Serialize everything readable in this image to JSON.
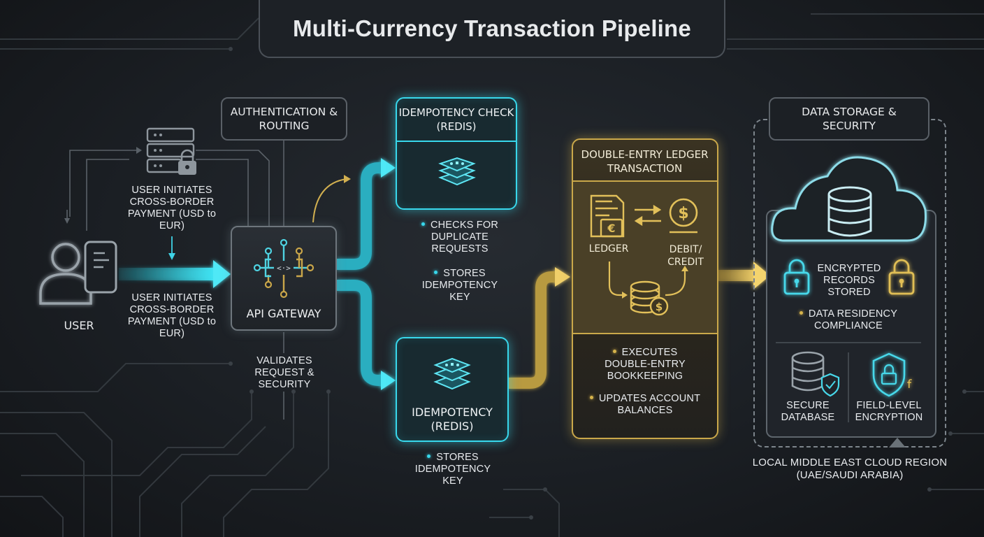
{
  "title": "Multi-Currency Transaction Pipeline",
  "user": {
    "label": "USER",
    "note_top": "USER INITIATES CROSS-BORDER PAYMENT (USD to EUR)",
    "note_bottom": "USER INITIATES CROSS-BORDER PAYMENT (USD to EUR)"
  },
  "auth": {
    "header": "AUTHENTICATION & ROUTING",
    "gateway_label": "API GATEWAY",
    "note": "VALIDATES REQUEST & SECURITY"
  },
  "idem_check": {
    "header": "IDEMPOTENCY CHECK (REDIS)",
    "bullets": [
      "CHECKS FOR DUPLICATE REQUESTS",
      "STORES IDEMPOTENCY KEY"
    ]
  },
  "idem_store": {
    "label": "IDEMPOTENCY (REDIS)",
    "bullets": [
      "STORES IDEMPOTENCY KEY"
    ]
  },
  "ledger": {
    "header": "DOUBLE-ENTRY LEDGER TRANSACTION",
    "ledger_label": "LEDGER",
    "debit_label": "DEBIT/ CREDIT",
    "bullets": [
      "EXECUTES DOUBLE-ENTRY BOOKKEEPING",
      "UPDATES ACCOUNT BALANCES"
    ]
  },
  "storage": {
    "header": "DATA STORAGE & SECURITY",
    "encrypted": "ENCRYPTED RECORDS STORED",
    "residency": "DATA RESIDENCY COMPLIANCE",
    "secure_db": "SECURE DATABASE",
    "field_enc": "FIELD-LEVEL ENCRYPTION",
    "region": "LOCAL MIDDLE EAST CLOUD REGION (UAE/SAUDI ARABIA)"
  },
  "colors": {
    "cyan": "#37d6ea",
    "gold": "#d6b44c",
    "background": "#1b1f24",
    "text": "#e6e9ec"
  },
  "icons": [
    "server-lock-icon",
    "user-icon",
    "phone-icon",
    "api-gateway-circuit-icon",
    "redis-stack-icon",
    "ledger-document-icon",
    "exchange-arrows-icon",
    "dollar-coin-icon",
    "coin-stack-icon",
    "cloud-icon",
    "database-icon",
    "padlock-icon",
    "shield-lock-icon"
  ]
}
